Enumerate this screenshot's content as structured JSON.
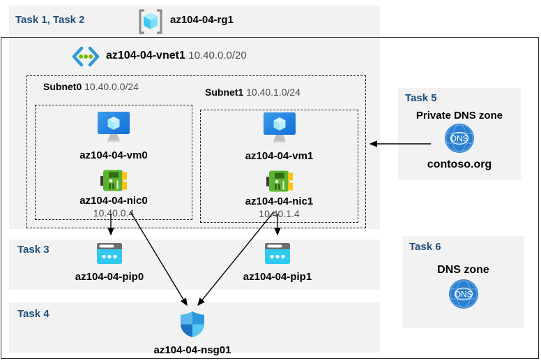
{
  "header": {
    "tasks_label": "Task 1, Task 2",
    "rg_name": "az104-04-rg1"
  },
  "vnet": {
    "name": "az104-04-vnet1",
    "cidr": "10.40.0.0/20",
    "subnets": [
      {
        "name": "Subnet0",
        "cidr": "10.40.0.0/24",
        "vm": "az104-04-vm0",
        "nic": "az104-04-nic0",
        "ip": "10.40.0.4"
      },
      {
        "name": "Subnet1",
        "cidr": "10.40.1.0/24",
        "vm": "az104-04-vm1",
        "nic": "az104-04-nic1",
        "ip": "10.40.1.4"
      }
    ]
  },
  "task3": {
    "label": "Task 3",
    "pip0": "az104-04-pip0",
    "pip1": "az104-04-pip1"
  },
  "task4": {
    "label": "Task 4",
    "nsg": "az104-04-nsg01"
  },
  "task5": {
    "label": "Task 5",
    "title": "Private DNS zone",
    "zone": "contoso.org",
    "icon_text": "DNS"
  },
  "task6": {
    "label": "Task 6",
    "title": "DNS zone",
    "icon_text": "DNS"
  },
  "icons": {
    "resource_group": "azure-resource-group-cube-icon",
    "virtual_network": "azure-vnet-chevron-dots-icon",
    "virtual_machine": "azure-vm-monitor-icon",
    "network_interface": "azure-nic-card-icon",
    "public_ip": "azure-public-ip-icon",
    "nsg": "azure-nsg-shield-icon",
    "dns": "azure-dns-globe-icon"
  },
  "colors": {
    "band_gray": "#f2f2f2",
    "task_label_blue": "#1f4e79",
    "arrow_black": "#000000",
    "dns_blue": "#2b7fd0",
    "pip_cyan": "#30c9ef",
    "nic_green": "#5cb32f"
  }
}
